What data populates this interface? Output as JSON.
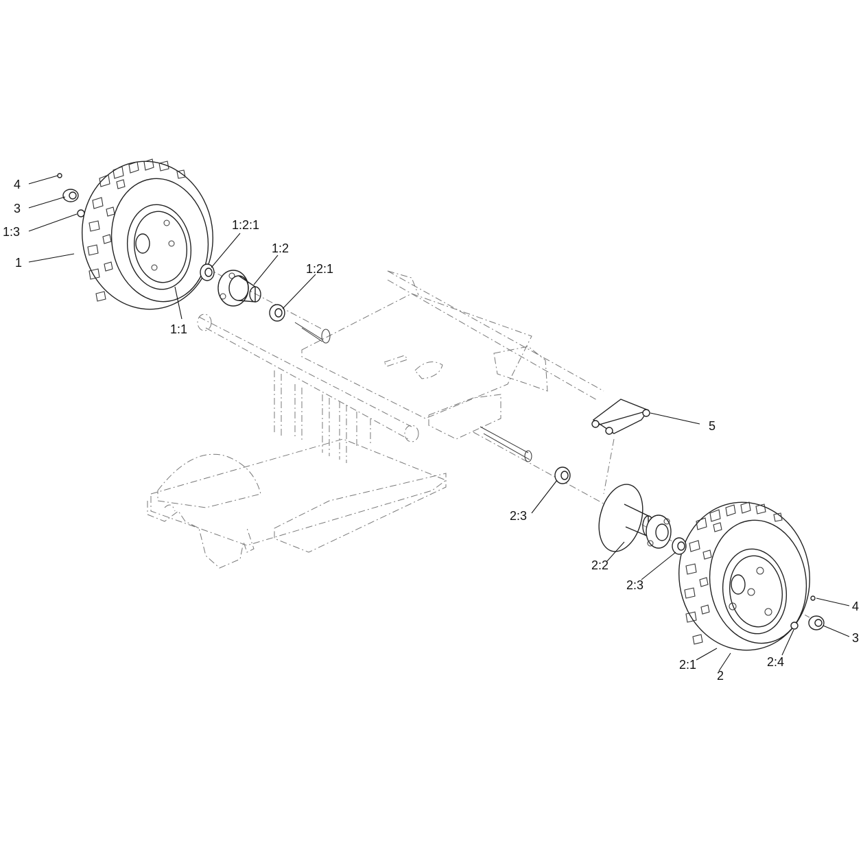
{
  "callouts": {
    "c_4_left": "4",
    "c_3_left": "3",
    "c_1_3": "1:3",
    "c_1": "1",
    "c_1_1": "1:1",
    "c_1_2_1_a": "1:2:1",
    "c_1_2": "1:2",
    "c_1_2_1_b": "1:2:1",
    "c_5": "5",
    "c_2_3_left": "2:3",
    "c_2_2": "2:2",
    "c_2_3_right": "2:3",
    "c_4_right": "4",
    "c_3_right": "3",
    "c_2_4": "2:4",
    "c_2_1": "2:1",
    "c_2": "2"
  }
}
